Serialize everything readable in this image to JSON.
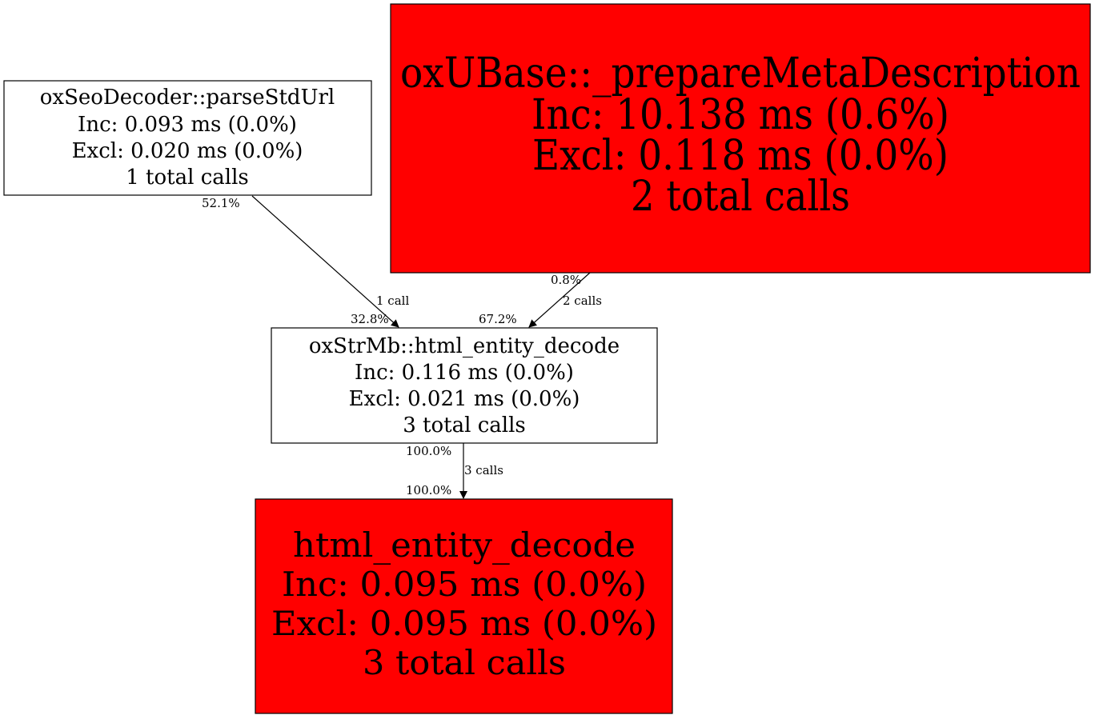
{
  "graph": {
    "nodes": [
      {
        "id": "parseStdUrl",
        "name": "oxSeoDecoder::parseStdUrl",
        "inc": "Inc: 0.093 ms (0.0%)",
        "excl": "Excl: 0.020 ms (0.0%)",
        "calls": "1 total calls",
        "fill": "#ffffff"
      },
      {
        "id": "prepareMetaDescription",
        "name": "oxUBase::_prepareMetaDescription",
        "inc": "Inc: 10.138 ms (0.6%)",
        "excl": "Excl: 0.118 ms (0.0%)",
        "calls": "2 total calls",
        "fill": "#ff0000"
      },
      {
        "id": "oxStrMbDecode",
        "name": "oxStrMb::html_entity_decode",
        "inc": "Inc: 0.116 ms (0.0%)",
        "excl": "Excl: 0.021 ms (0.0%)",
        "calls": "3 total calls",
        "fill": "#ffffff"
      },
      {
        "id": "htmlEntityDecode",
        "name": "html_entity_decode",
        "inc": "Inc: 0.095 ms (0.0%)",
        "excl": "Excl: 0.095 ms (0.0%)",
        "calls": "3 total calls",
        "fill": "#ff0000"
      }
    ],
    "edges": [
      {
        "from": "parseStdUrl",
        "to": "oxStrMbDecode",
        "tail_label": "52.1%",
        "label": "1 call",
        "head_label": "32.8%"
      },
      {
        "from": "prepareMetaDescription",
        "to": "oxStrMbDecode",
        "tail_label": "0.8%",
        "label": "2 calls",
        "head_label": "67.2%"
      },
      {
        "from": "oxStrMbDecode",
        "to": "htmlEntityDecode",
        "tail_label": "100.0%",
        "label": "3 calls",
        "head_label": "100.0%"
      }
    ]
  }
}
